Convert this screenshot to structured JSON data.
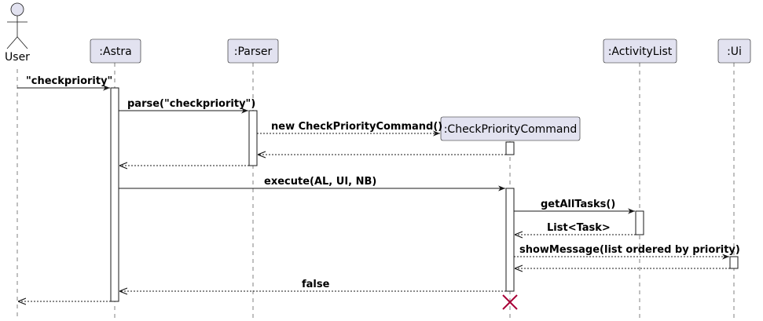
{
  "participants": {
    "user": "User",
    "astra": ":Astra",
    "parser": ":Parser",
    "cpc": ":CheckPriorityCommand",
    "activitylist": ":ActivityList",
    "ui": ":Ui"
  },
  "messages": {
    "m1": "\"checkpriority\"",
    "m2": "parse(\"checkpriority\")",
    "m3": "new CheckPriorityCommand()",
    "m4": "execute(AL, UI, NB)",
    "m5": "getAllTasks()",
    "m6": "List<Task>",
    "m7": "showMessage(list ordered by priority)",
    "m8": "false"
  }
}
